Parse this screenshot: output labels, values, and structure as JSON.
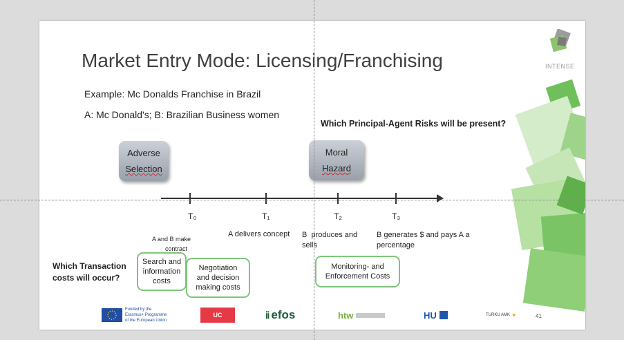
{
  "slide": {
    "title": "Market Entry Mode: Licensing/Franchising",
    "example_line": "Example: Mc Donalds Franchise in Brazil",
    "parties_line": "A: Mc Donald's; B: Brazilian Business women",
    "risk_question": "Which Principal-Agent Risks will be present?",
    "adverse_box": {
      "line1": "Adverse",
      "line2": "Selection"
    },
    "moral_box": {
      "line1": "Moral",
      "line2": "Hazard"
    },
    "timeline_labels": [
      "T₀",
      "T₁",
      "T₂",
      "T₃"
    ],
    "t0_note": {
      "line1": "A and B make",
      "line2": "contract"
    },
    "t1_desc": "A delivers concept",
    "t2_desc": {
      "line1": "B  produces and",
      "line2": "sells"
    },
    "t3_desc": {
      "line1": "B generates $ and pays A a",
      "line2": "percentage"
    },
    "tc_question": {
      "line1": "Which Transaction",
      "line2": "costs will occur?"
    },
    "search_box": {
      "line1": "Search and",
      "line2": "information",
      "line3": "costs"
    },
    "negotiation_box": {
      "line1": "Negotiation",
      "line2": "and decision",
      "line3": "making costs"
    },
    "monitoring_box": {
      "line1": "Monitoring- and",
      "line2": "Enforcement Costs"
    },
    "intense_logo": "INTENSE",
    "page_number": "41"
  },
  "footer_logos": {
    "eu": {
      "line1": "Funded by the",
      "line2": "Erasmus+ Programme",
      "line3": "of the European Union"
    },
    "uc": "UC",
    "efos": "efos",
    "htw": "htw",
    "hu": "HU",
    "turku": "TURKU AMK"
  },
  "colors": {
    "accent_green": "#7dc67a",
    "grey_box": "#aeb4bd"
  }
}
